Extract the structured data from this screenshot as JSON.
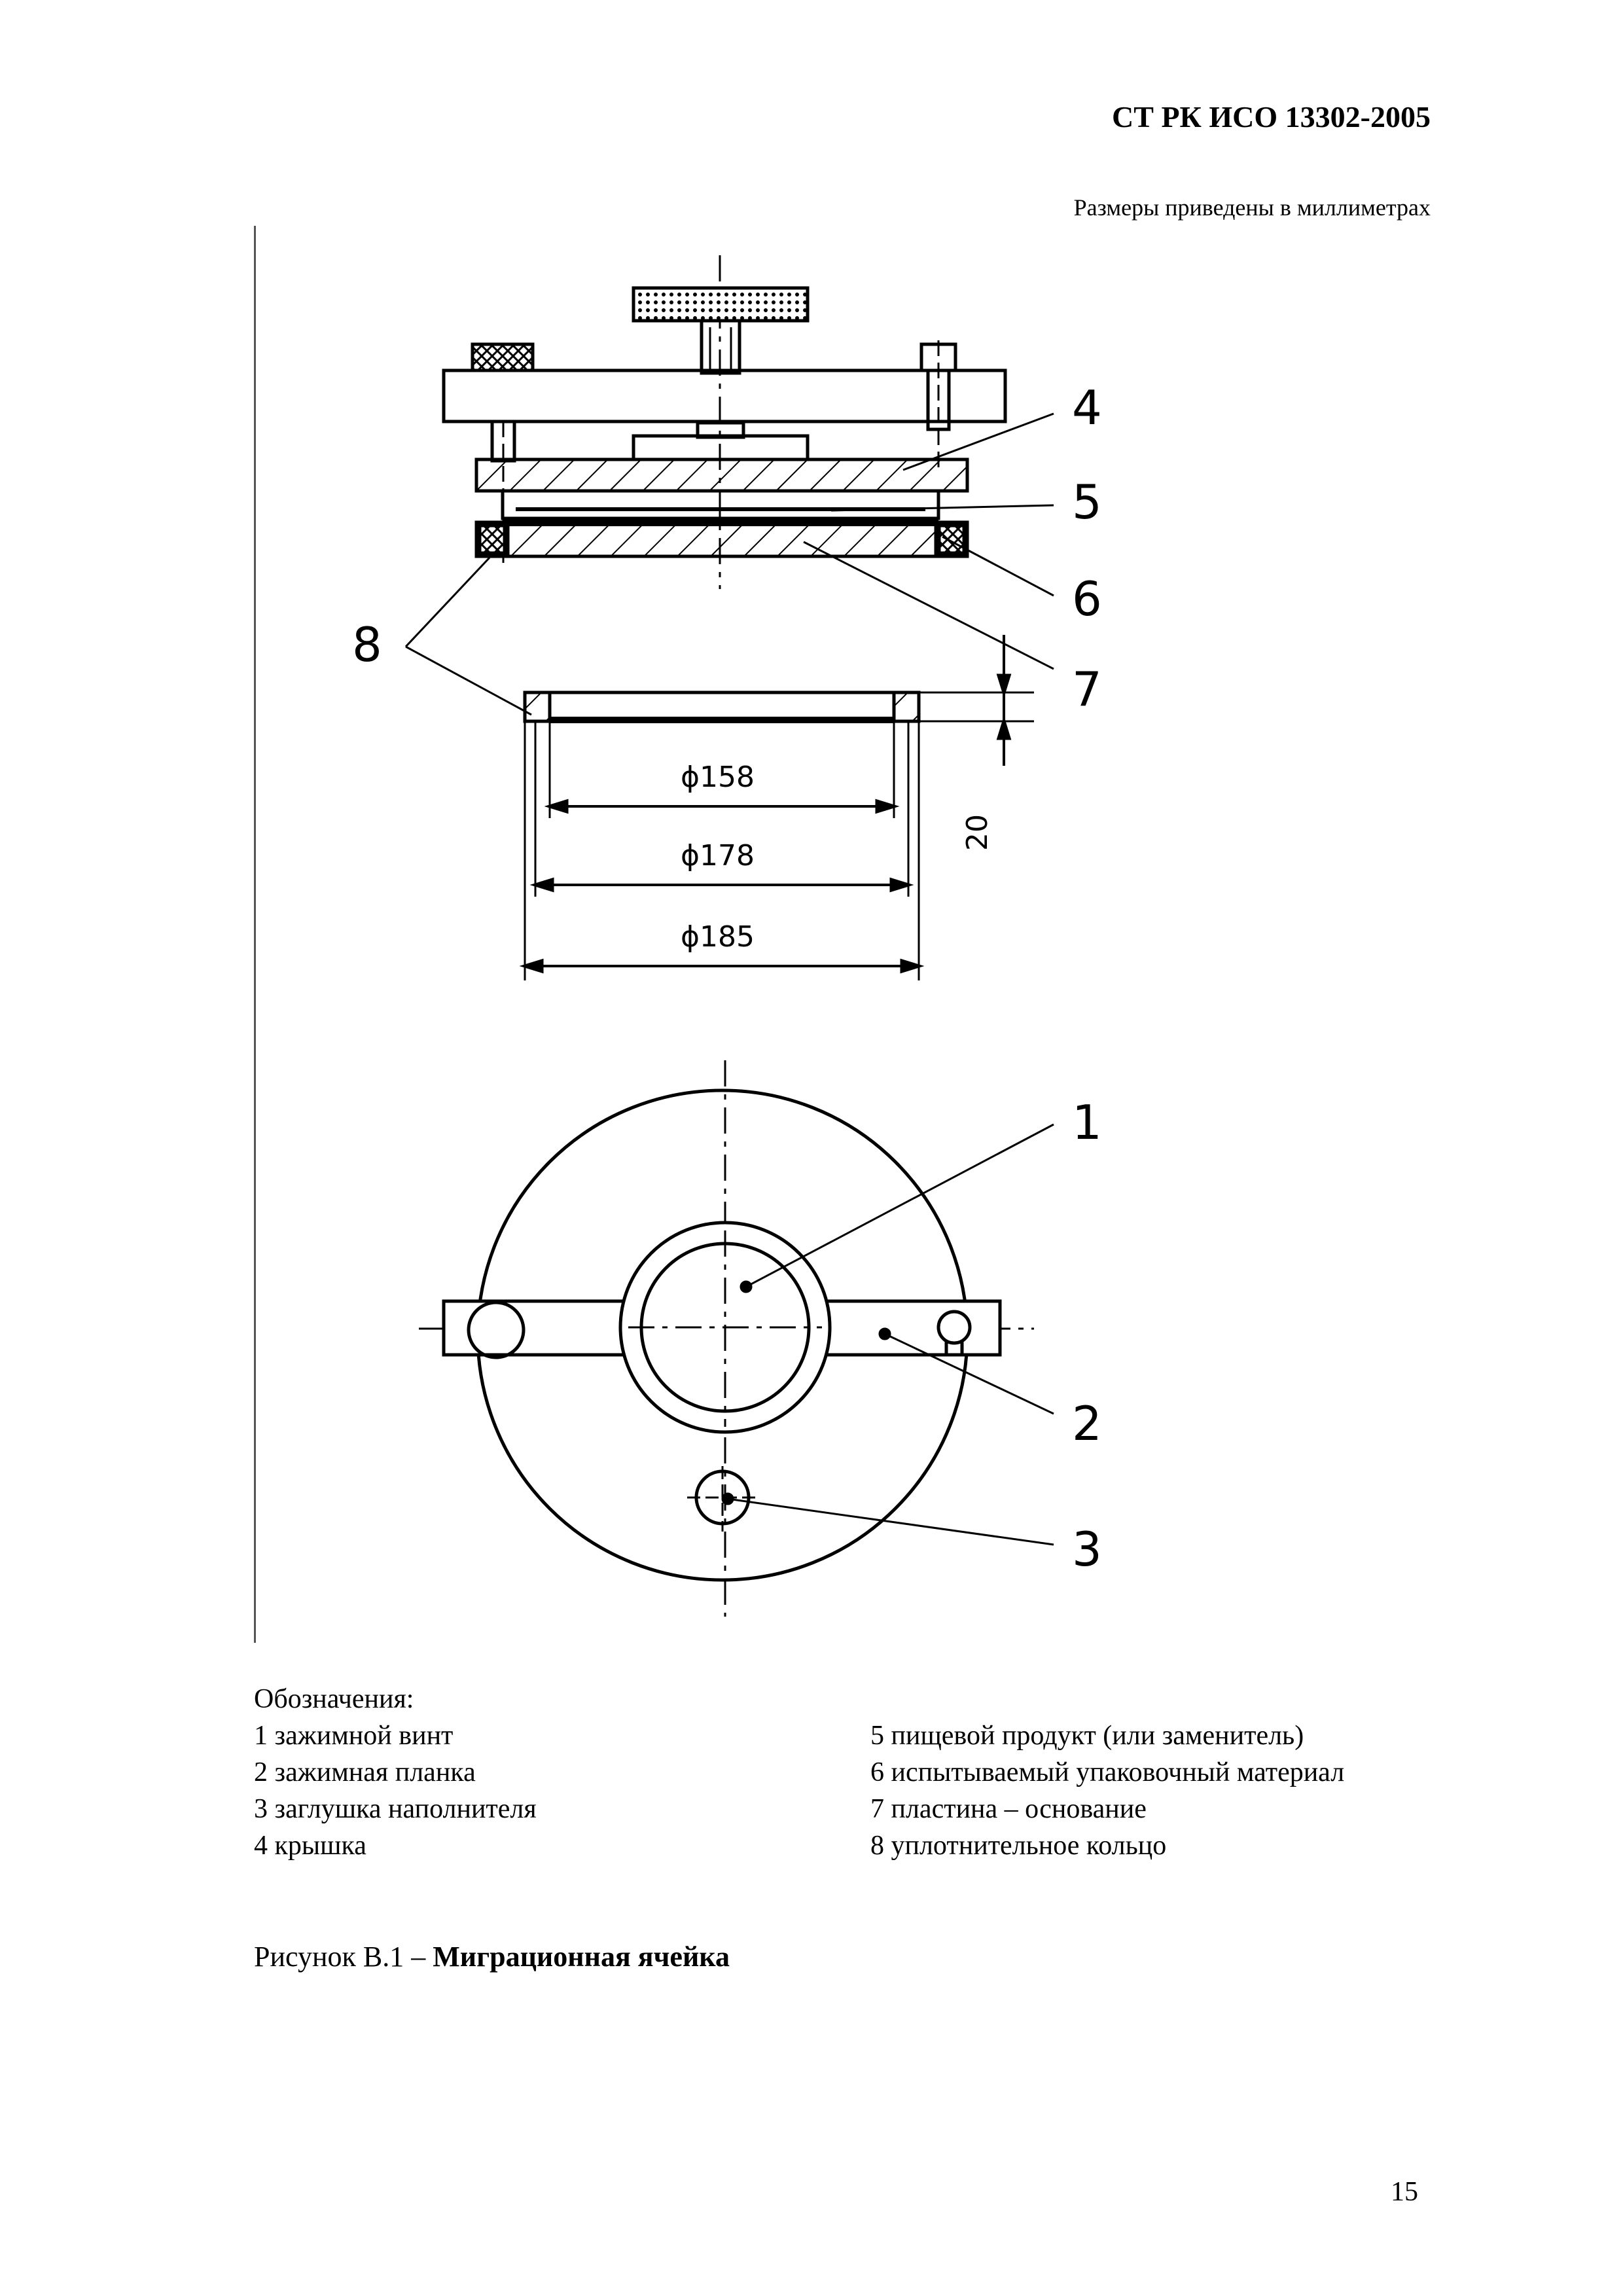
{
  "header": {
    "standard_code": "СТ РК ИСО 13302-2005",
    "units_note": "Размеры приведены в миллиметрах"
  },
  "figure": {
    "callouts": [
      "1",
      "2",
      "3",
      "4",
      "5",
      "6",
      "7",
      "8"
    ],
    "dimensions": {
      "d158": "ϕ158",
      "d178": "ϕ178",
      "d185": "ϕ185",
      "h20": "20"
    }
  },
  "legend": {
    "title": "Обозначения:",
    "items": [
      "1 зажимной винт",
      "2 зажимная планка",
      "3 заглушка наполнителя",
      "4 крышка",
      "5 пищевой продукт (или заменитель)",
      "6 испытываемый упаковочный материал",
      "7 пластина – основание",
      "8 уплотнительное кольцо"
    ]
  },
  "caption": {
    "prefix": "Рисунок В.1 – ",
    "title": "Миграционная ячейка"
  },
  "page_number": "15"
}
